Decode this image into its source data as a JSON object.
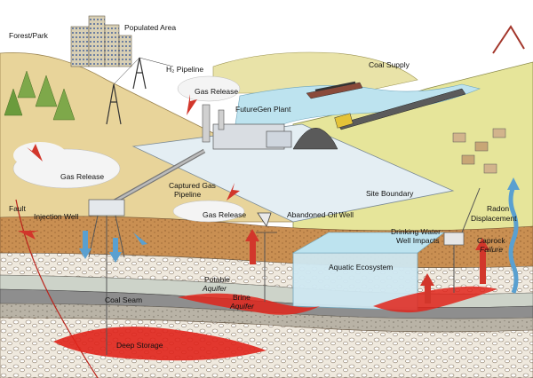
{
  "diagram": {
    "labels": {
      "forest_park": "Forest/Park",
      "populated_area": "Populated Area",
      "h2_pipeline": "H₂ Pipeline",
      "coal_supply": "Coal Supply",
      "gas_release_top": "Gas Release",
      "futuregen_plant": "FutureGen Plant",
      "gas_release_left": "Gas Release",
      "captured_gas_pipeline_1": "Captured Gas",
      "captured_gas_pipeline_2": "Pipeline",
      "site_boundary": "Site Boundary",
      "fault": "Fault",
      "injection_well": "Injection Well",
      "gas_release_mid": "Gas Release",
      "abandoned_oil_well": "Abandoned Oil Well",
      "drinking_water_1": "Drinking Water",
      "drinking_water_2": "Well Impacts",
      "radon_1": "Radon",
      "radon_2": "Displacement",
      "caprock_1": "Caprock",
      "caprock_2": "Failure",
      "aquatic_ecosystem": "Aquatic Ecosystem",
      "potable_aquifer_1": "Potable",
      "potable_aquifer_2": "Aquifer",
      "coal_seam": "Coal Seam",
      "brine_aquifer_1": "Brine",
      "brine_aquifer_2": "Aquifer",
      "deep_storage": "Deep Storage"
    },
    "colors": {
      "sky": "#ffffff",
      "hill_tan": "#e8d49a",
      "hill_green": "#e6e59a",
      "water": "#bde3ef",
      "site_pad": "#e4eef3",
      "soil_brown": "#c98f52",
      "gravel": "#efe9de",
      "potable": "#cdd3c9",
      "coal_seam": "#8e8e8e",
      "brine": "#b9b3a6",
      "co2_red": "#e0241b",
      "arrow_red": "#d2362b",
      "arrow_blue": "#5aa0d0",
      "gas_cloud": "#f4f4f4"
    }
  }
}
